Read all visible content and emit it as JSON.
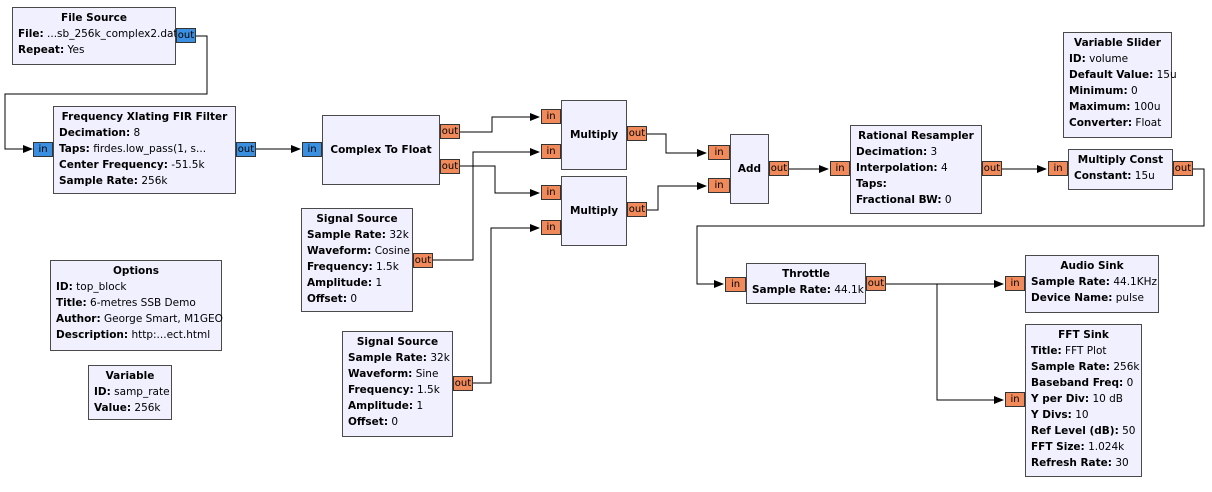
{
  "ports": {
    "in": "in",
    "out": "out"
  },
  "colors": {
    "block_fill": "#f0f0ff",
    "complex_port": "#3b8fe0",
    "float_port": "#f08a5a",
    "wire": "#000000"
  },
  "blocks": {
    "file_source": {
      "title": "File Source",
      "params": [
        {
          "key": "File:",
          "value": "...sb_256k_complex2.dat"
        },
        {
          "key": "Repeat:",
          "value": "Yes"
        }
      ]
    },
    "freq_xlating": {
      "title": "Frequency Xlating FIR Filter",
      "params": [
        {
          "key": "Decimation:",
          "value": "8"
        },
        {
          "key": "Taps:",
          "value": "firdes.low_pass(1, s..."
        },
        {
          "key": "Center Frequency:",
          "value": "-51.5k"
        },
        {
          "key": "Sample Rate:",
          "value": "256k"
        }
      ]
    },
    "complex_to_float": {
      "title": "Complex To Float"
    },
    "multiply1": {
      "title": "Multiply"
    },
    "multiply2": {
      "title": "Multiply"
    },
    "add": {
      "title": "Add"
    },
    "signal_source1": {
      "title": "Signal Source",
      "params": [
        {
          "key": "Sample Rate:",
          "value": "32k"
        },
        {
          "key": "Waveform:",
          "value": "Cosine"
        },
        {
          "key": "Frequency:",
          "value": "1.5k"
        },
        {
          "key": "Amplitude:",
          "value": "1"
        },
        {
          "key": "Offset:",
          "value": "0"
        }
      ]
    },
    "signal_source2": {
      "title": "Signal Source",
      "params": [
        {
          "key": "Sample Rate:",
          "value": "32k"
        },
        {
          "key": "Waveform:",
          "value": "Sine"
        },
        {
          "key": "Frequency:",
          "value": "1.5k"
        },
        {
          "key": "Amplitude:",
          "value": "1"
        },
        {
          "key": "Offset:",
          "value": "0"
        }
      ]
    },
    "rational_resampler": {
      "title": "Rational Resampler",
      "params": [
        {
          "key": "Decimation:",
          "value": "3"
        },
        {
          "key": "Interpolation:",
          "value": "4"
        },
        {
          "key": "Taps:",
          "value": ""
        },
        {
          "key": "Fractional BW:",
          "value": "0"
        }
      ]
    },
    "variable_slider": {
      "title": "Variable Slider",
      "params": [
        {
          "key": "ID:",
          "value": "volume"
        },
        {
          "key": "Default Value:",
          "value": "15u"
        },
        {
          "key": "Minimum:",
          "value": "0"
        },
        {
          "key": "Maximum:",
          "value": "100u"
        },
        {
          "key": "Converter:",
          "value": "Float"
        }
      ]
    },
    "multiply_const": {
      "title": "Multiply Const",
      "params": [
        {
          "key": "Constant:",
          "value": "15u"
        }
      ]
    },
    "options": {
      "title": "Options",
      "params": [
        {
          "key": "ID:",
          "value": "top_block"
        },
        {
          "key": "Title:",
          "value": "6-metres SSB Demo"
        },
        {
          "key": "Author:",
          "value": "George Smart, M1GEO"
        },
        {
          "key": "Description:",
          "value": "http:...ect.html"
        }
      ]
    },
    "variable": {
      "title": "Variable",
      "params": [
        {
          "key": "ID:",
          "value": "samp_rate"
        },
        {
          "key": "Value:",
          "value": "256k"
        }
      ]
    },
    "throttle": {
      "title": "Throttle",
      "params": [
        {
          "key": "Sample Rate:",
          "value": "44.1k"
        }
      ]
    },
    "audio_sink": {
      "title": "Audio Sink",
      "params": [
        {
          "key": "Sample Rate:",
          "value": "44.1KHz"
        },
        {
          "key": "Device Name:",
          "value": "pulse"
        }
      ]
    },
    "fft_sink": {
      "title": "FFT Sink",
      "params": [
        {
          "key": "Title:",
          "value": "FFT Plot"
        },
        {
          "key": "Sample Rate:",
          "value": "256k"
        },
        {
          "key": "Baseband Freq:",
          "value": "0"
        },
        {
          "key": "Y per Div:",
          "value": "10 dB"
        },
        {
          "key": "Y Divs:",
          "value": "10"
        },
        {
          "key": "Ref Level (dB):",
          "value": "50"
        },
        {
          "key": "FFT Size:",
          "value": "1.024k"
        },
        {
          "key": "Refresh Rate:",
          "value": "30"
        }
      ]
    }
  }
}
